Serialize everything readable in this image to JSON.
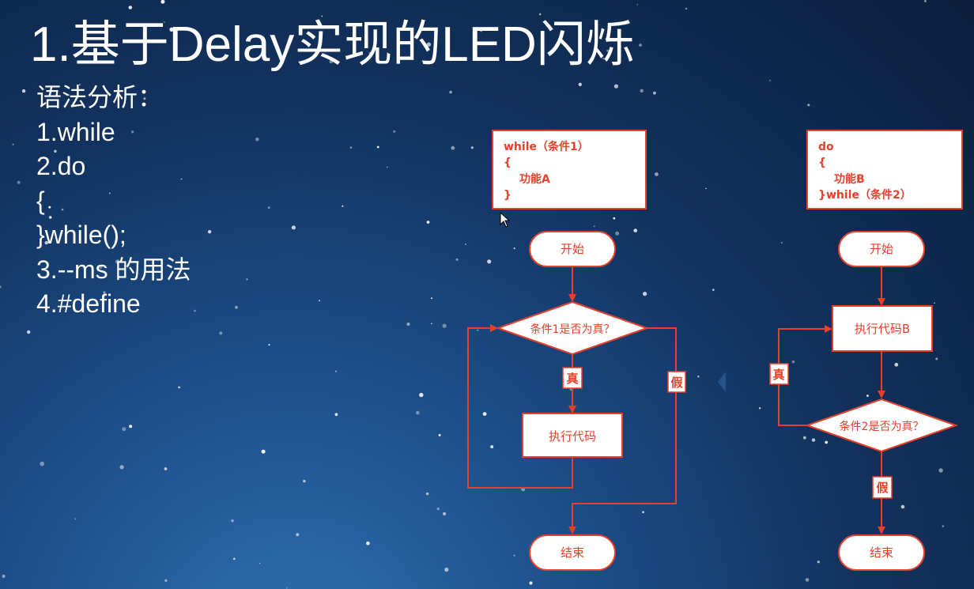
{
  "slide": {
    "title": "1.基于Delay实现的LED闪烁",
    "bullets": [
      "语法分析：",
      "1.while",
      "2.do",
      "{",
      "}while();",
      "3.--ms 的用法",
      "4.#define"
    ]
  },
  "while_flow": {
    "code": [
      "while（条件1）",
      "{",
      "功能A",
      "}"
    ],
    "start": "开始",
    "condition": "条件1是否为真？",
    "true_label": "真",
    "false_label": "假",
    "action": "执行代码",
    "end": "结束"
  },
  "dowhile_flow": {
    "code": [
      "do",
      "{",
      "功能B",
      "}while（条件2）"
    ],
    "start": "开始",
    "action": "执行代码B",
    "condition": "条件2是否为真？",
    "true_label": "真",
    "false_label": "假",
    "end": "结束"
  },
  "colors": {
    "flow_red": "#e8402a",
    "box_fill": "#ffffff",
    "text_red": "#e8402a"
  },
  "icons": {
    "cursor": "mouse-pointer-icon"
  }
}
